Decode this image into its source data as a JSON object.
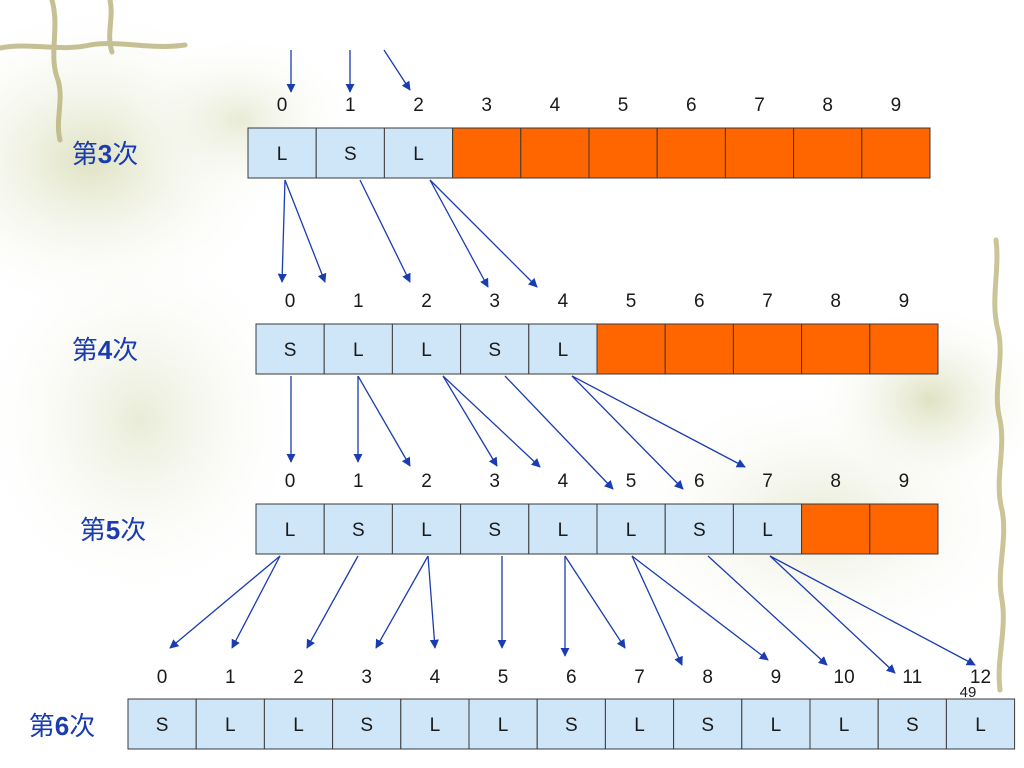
{
  "rows": [
    {
      "label_prefix": "第",
      "label_num": "3",
      "label_suffix": "次",
      "indices": [
        "0",
        "1",
        "2",
        "3",
        "4",
        "5",
        "6",
        "7",
        "8",
        "9"
      ],
      "cells": [
        "L",
        "S",
        "L",
        "",
        "",
        "",
        "",
        "",
        "",
        ""
      ]
    },
    {
      "label_prefix": "第",
      "label_num": "4",
      "label_suffix": "次",
      "indices": [
        "0",
        "1",
        "2",
        "3",
        "4",
        "5",
        "6",
        "7",
        "8",
        "9"
      ],
      "cells": [
        "S",
        "L",
        "L",
        "S",
        "L",
        "",
        "",
        "",
        "",
        ""
      ]
    },
    {
      "label_prefix": "第",
      "label_num": "5",
      "label_suffix": "次",
      "indices": [
        "0",
        "1",
        "2",
        "3",
        "4",
        "5",
        "6",
        "7",
        "8",
        "9"
      ],
      "cells": [
        "L",
        "S",
        "L",
        "S",
        "L",
        "L",
        "S",
        "L",
        "",
        ""
      ]
    },
    {
      "label_prefix": "第",
      "label_num": "6",
      "label_suffix": "次",
      "indices": [
        "0",
        "1",
        "2",
        "3",
        "4",
        "5",
        "6",
        "7",
        "8",
        "9",
        "10",
        "11",
        "12"
      ],
      "cells": [
        "S",
        "L",
        "L",
        "S",
        "L",
        "L",
        "S",
        "L",
        "S",
        "L",
        "L",
        "S",
        "L"
      ]
    }
  ],
  "page_number": "49",
  "colors": {
    "filled_cell": "#cfe6f8",
    "empty_cell": "#ff6600",
    "cell_border": "#3a3a3a",
    "arrow": "#1a3cb0",
    "label": "#1a3cb0",
    "text": "#1a1a1a"
  }
}
